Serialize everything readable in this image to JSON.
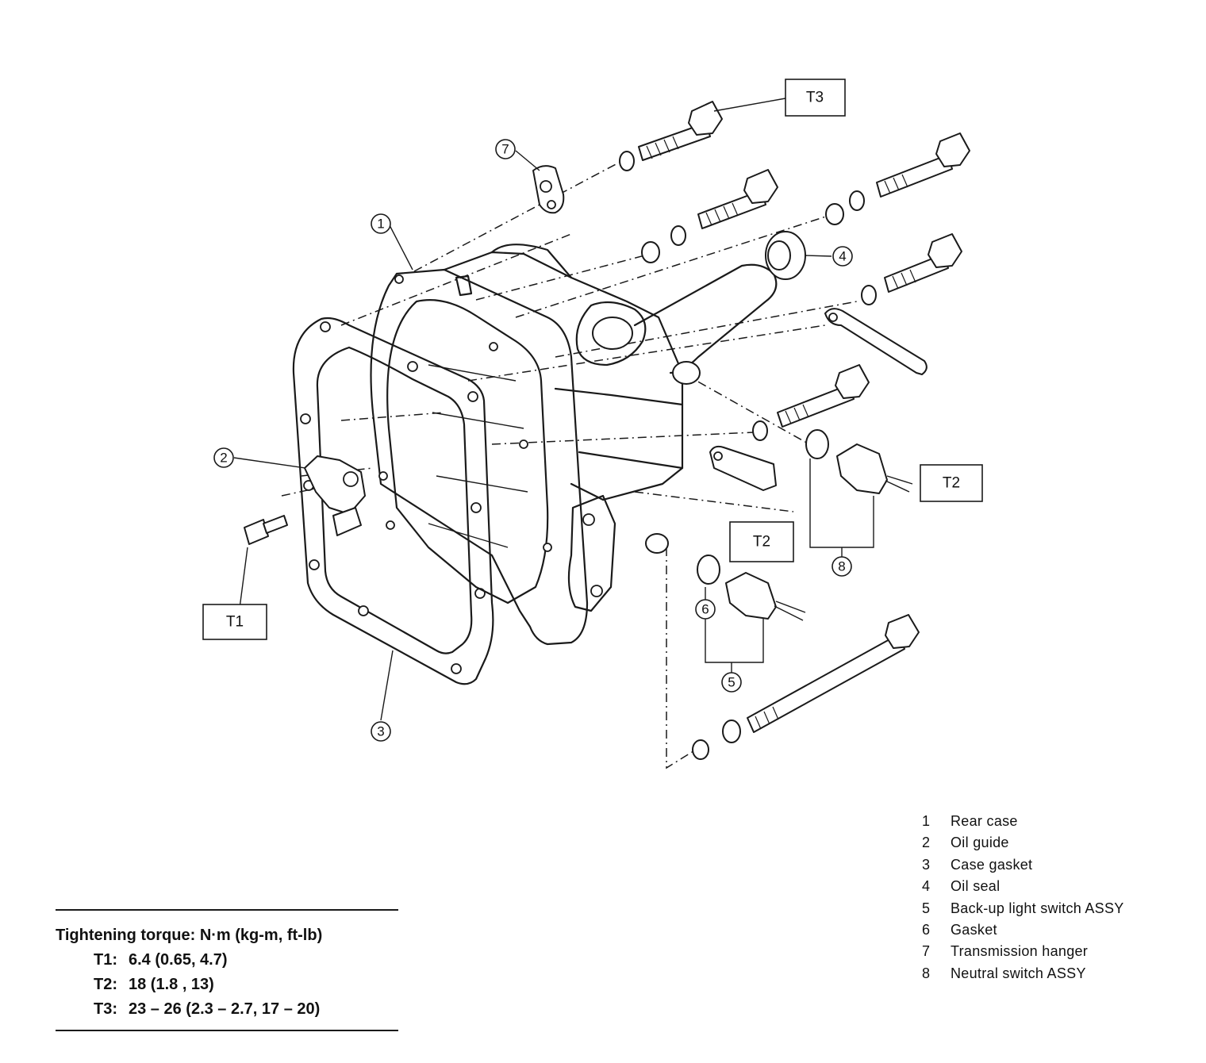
{
  "callouts": [
    {
      "num": "1"
    },
    {
      "num": "2"
    },
    {
      "num": "3"
    },
    {
      "num": "4"
    },
    {
      "num": "5"
    },
    {
      "num": "6"
    },
    {
      "num": "7"
    },
    {
      "num": "8"
    }
  ],
  "torque_boxes": [
    {
      "label": "T1"
    },
    {
      "label": "T2"
    },
    {
      "label": "T2"
    },
    {
      "label": "T3"
    }
  ],
  "legend": {
    "items": [
      {
        "num": "1",
        "label": "Rear case"
      },
      {
        "num": "2",
        "label": "Oil guide"
      },
      {
        "num": "3",
        "label": "Case gasket"
      },
      {
        "num": "4",
        "label": "Oil seal"
      },
      {
        "num": "5",
        "label": "Back-up light switch ASSY"
      },
      {
        "num": "6",
        "label": "Gasket"
      },
      {
        "num": "7",
        "label": "Transmission hanger"
      },
      {
        "num": "8",
        "label": "Neutral switch ASSY"
      }
    ]
  },
  "torque": {
    "heading": "Tightening torque:  N·m (kg-m, ft-lb)",
    "specs": [
      {
        "key": "T1:",
        "value": "6.4 (0.65, 4.7)"
      },
      {
        "key": "T2:",
        "value": "18 (1.8 , 13)"
      },
      {
        "key": "T3:",
        "value": "23 – 26 (2.3 – 2.7, 17 – 20)"
      }
    ]
  }
}
